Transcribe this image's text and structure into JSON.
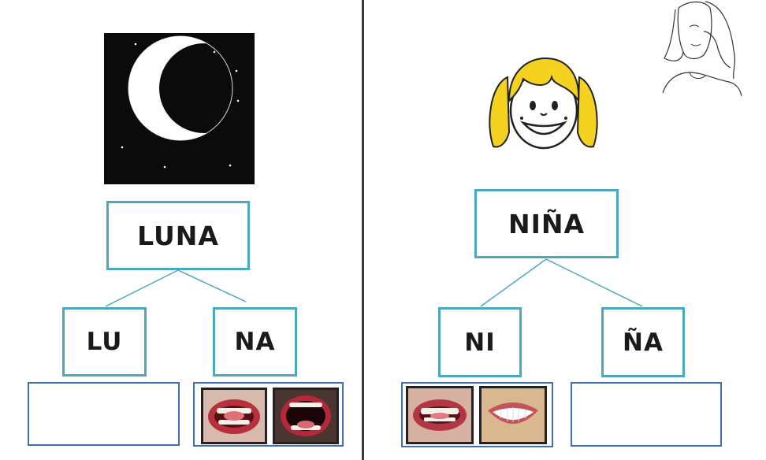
{
  "left": {
    "word": "LUNA",
    "syllables": [
      "LU",
      "NA"
    ],
    "picture": "moon-icon"
  },
  "right": {
    "word": "NIÑA",
    "syllables": [
      "NI",
      "ÑA"
    ],
    "picture": "girl-face-icon",
    "corner_picture": "sign-language-figure-icon"
  },
  "colors": {
    "box_border": "#4aa9bf",
    "answer_border": "#3d6fb6",
    "divider": "#3a3a3a"
  }
}
